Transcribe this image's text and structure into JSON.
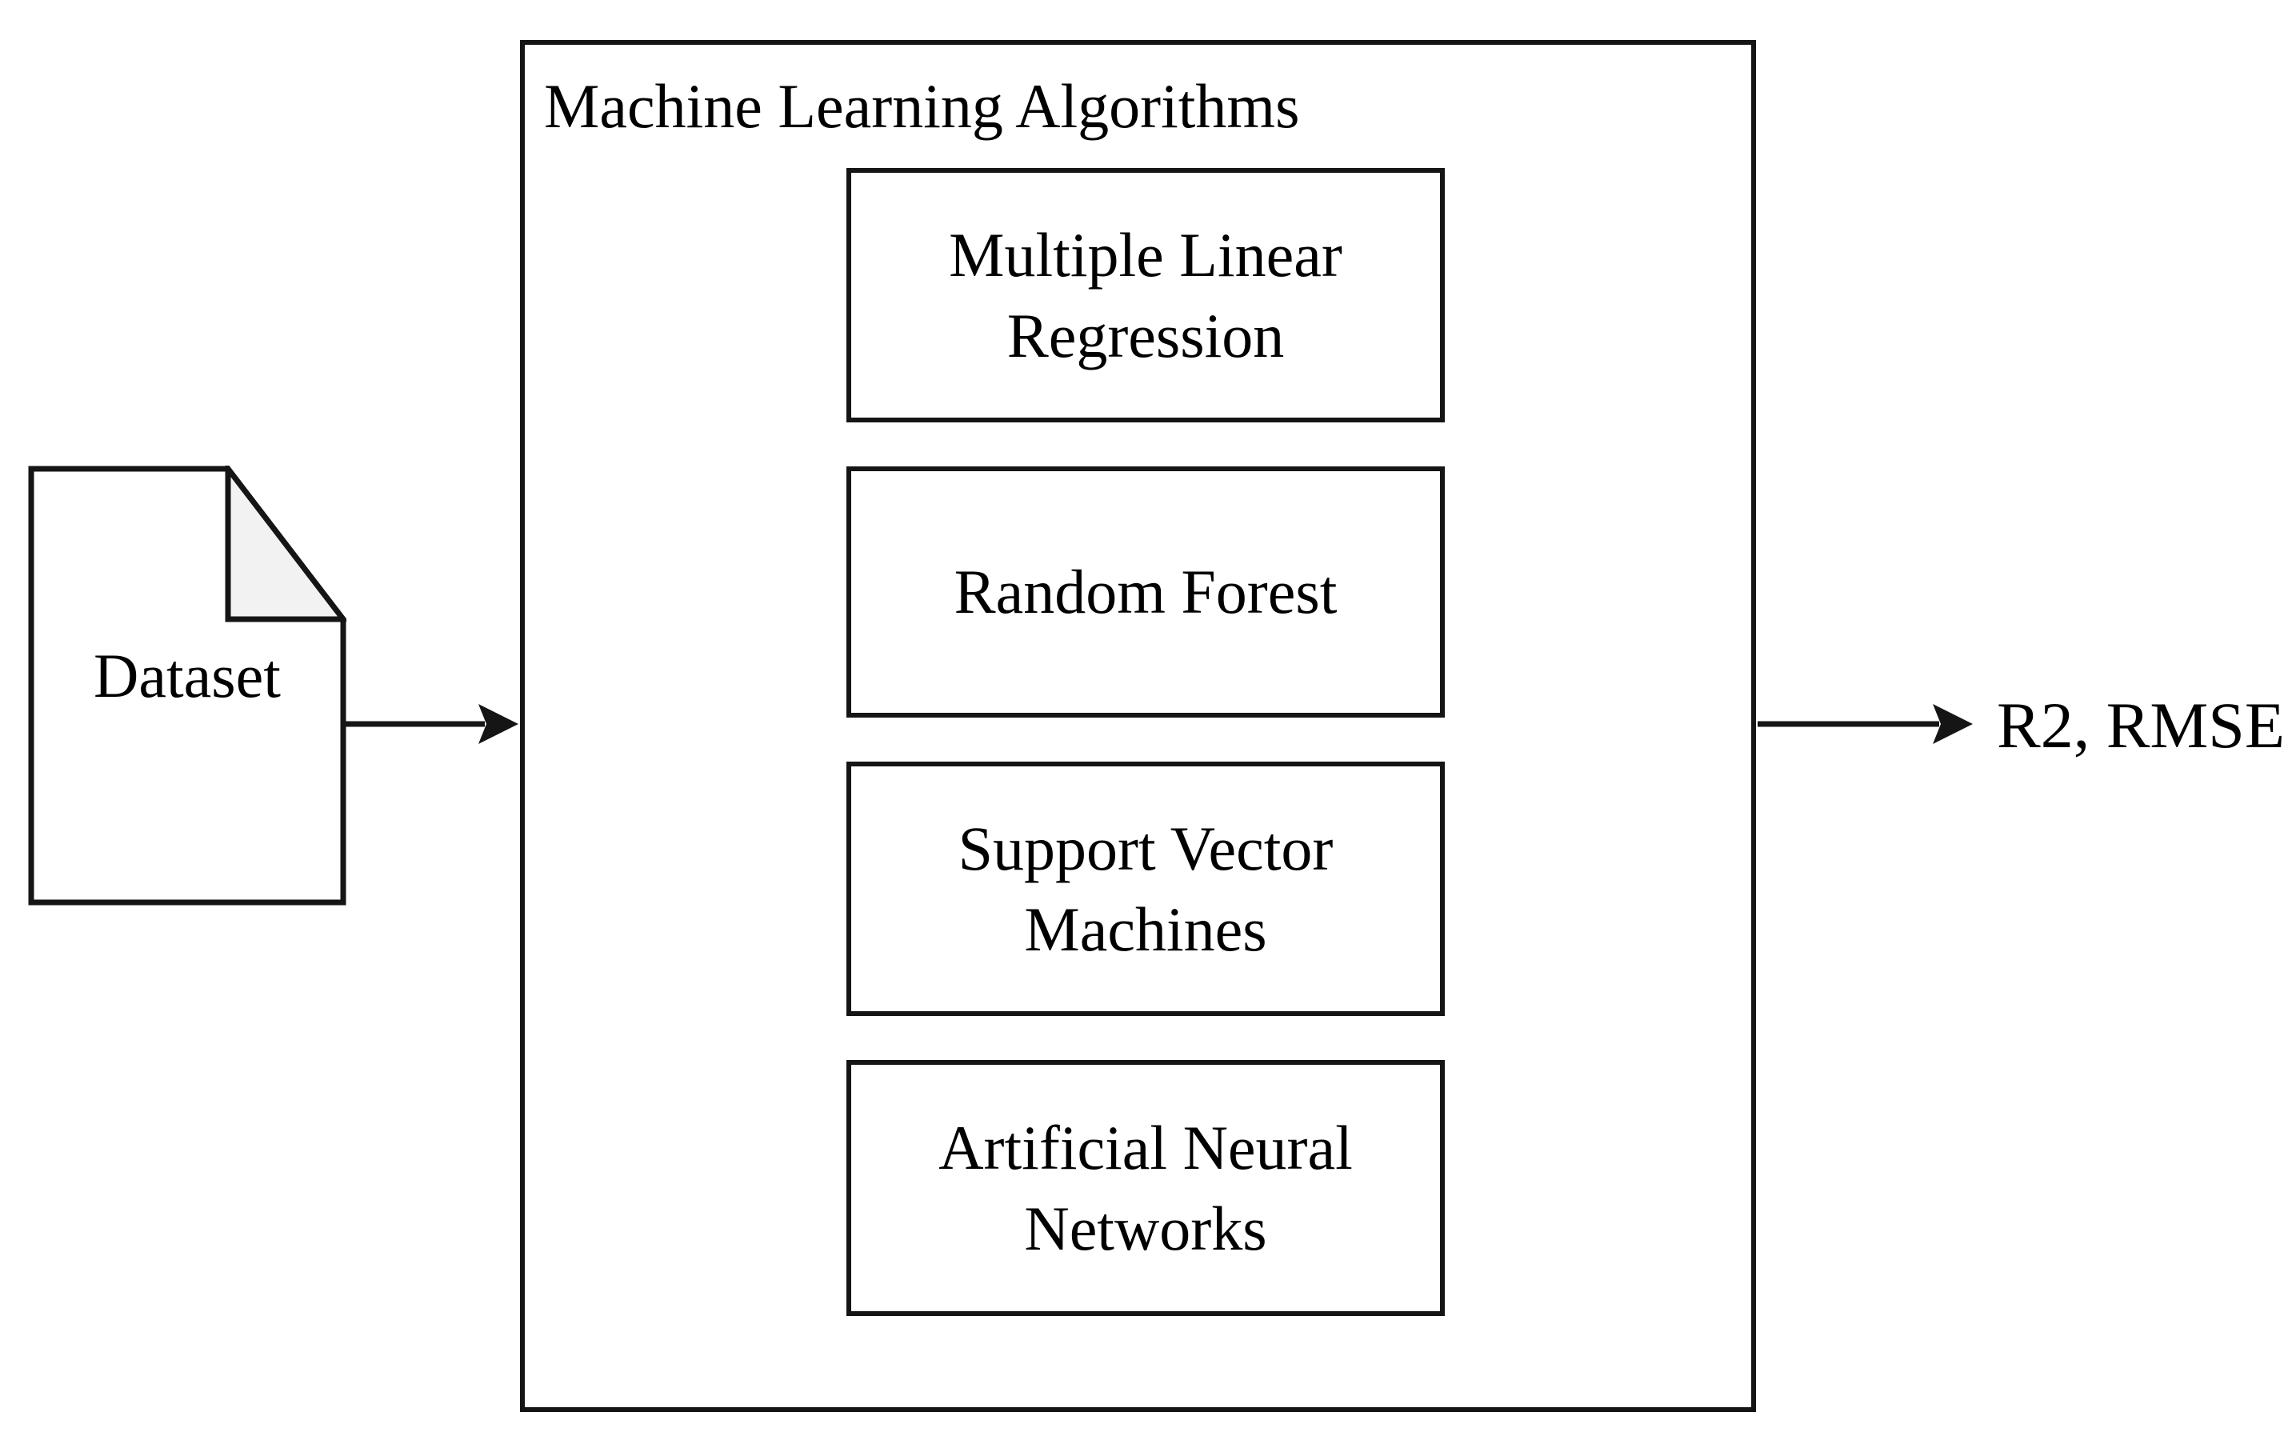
{
  "diagram": {
    "dataset": {
      "label": "Dataset"
    },
    "container": {
      "title": "Machine Learning Algorithms"
    },
    "algorithms": [
      "Multiple Linear Regression",
      "Random Forest",
      "Support Vector Machines",
      "Artificial Neural Networks"
    ],
    "output": {
      "label": "R2, RMSE"
    },
    "colors": {
      "stroke": "#151515",
      "background": "#ffffff",
      "fold_fill": "#f2f2f2"
    }
  }
}
